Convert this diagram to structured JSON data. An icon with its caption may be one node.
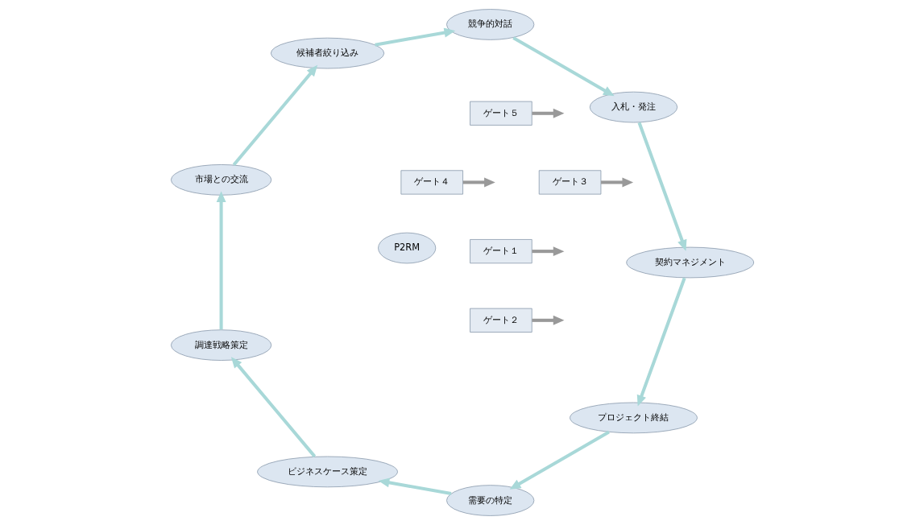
{
  "diagram": {
    "nodes": [
      {
        "text": [
          "プロジェクト終結"
        ]
      },
      {
        "text": [
          "需要の特定"
        ]
      },
      {
        "text": [
          "ビジネスケース策定"
        ]
      },
      {
        "text": [
          "調達戦略策定"
        ]
      },
      {
        "text": [
          "市場との交流"
        ]
      },
      {
        "text": [
          "候補者絞り込み"
        ]
      },
      {
        "text": [
          "競争的対話"
        ]
      },
      {
        "text": [
          "入札・発注"
        ]
      },
      {
        "text": [
          "契約マネジメント"
        ]
      },
      {
        "text": [
          "P2RM"
        ]
      },
      {
        "text": [
          "ゲート１"
        ]
      },
      {
        "text": [
          "ゲート２"
        ]
      },
      {
        "text": [
          "ゲート３"
        ]
      },
      {
        "text": [
          "ゲート４"
        ]
      },
      {
        "text": [
          "ゲート５"
        ]
      }
    ],
    "edges": [
      {
        "from": 0,
        "to": 1,
        "arrow": "to"
      },
      {
        "from": 1,
        "to": 2,
        "arrow": "to"
      },
      {
        "from": 2,
        "to": 3,
        "arrow": "to"
      },
      {
        "from": 3,
        "to": 4,
        "arrow": "to"
      },
      {
        "from": 4,
        "to": 5,
        "arrow": "to"
      },
      {
        "from": 5,
        "to": 6,
        "arrow": "to"
      },
      {
        "from": 6,
        "to": 7,
        "arrow": "to"
      },
      {
        "from": 7,
        "to": 8,
        "arrow": "to"
      },
      {
        "from": 8,
        "to": 0,
        "arrow": "to"
      },
      {
        "from": 10,
        "to": null,
        "arrow": "to",
        "color": "#999999"
      },
      {
        "from": 11,
        "to": null,
        "arrow": "to",
        "color": "#999999"
      },
      {
        "from": 12,
        "to": null,
        "arrow": "to",
        "color": "#999999"
      },
      {
        "from": 13,
        "to": null,
        "arrow": "to",
        "color": "#999999"
      },
      {
        "from": 14,
        "to": null,
        "arrow": "to",
        "color": "#999999"
      }
    ]
  }
}
